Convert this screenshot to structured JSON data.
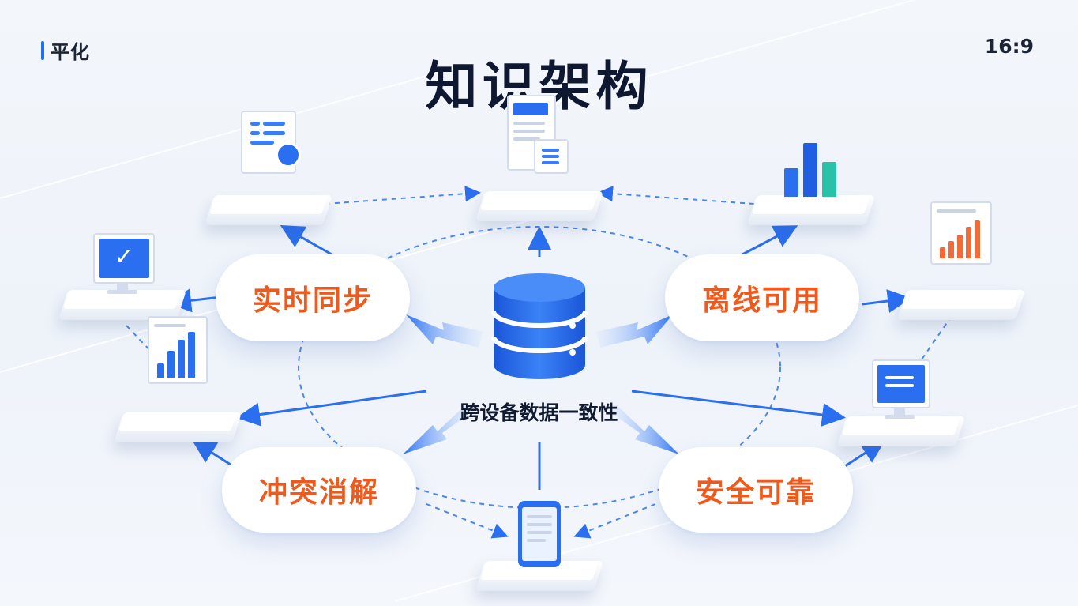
{
  "brand": "平化",
  "ratio": "16:9",
  "title": "知识架构",
  "center": {
    "caption": "跨设备数据一致性"
  },
  "features": [
    {
      "id": "realtime",
      "label": "实时同步"
    },
    {
      "id": "offline",
      "label": "离线可用"
    },
    {
      "id": "conflict",
      "label": "冲突消解"
    },
    {
      "id": "secure",
      "label": "安全可靠"
    }
  ],
  "colors": {
    "accent": "#1f6ff2",
    "feature_text": "#ef5a1c",
    "title": "#0e1830"
  },
  "devices": [
    {
      "id": "certificate",
      "icon": "certificate-icon"
    },
    {
      "id": "documents",
      "icon": "documents-icon"
    },
    {
      "id": "bar-chart",
      "icon": "bar-chart-icon"
    },
    {
      "id": "monitor-check",
      "icon": "monitor-check-icon"
    },
    {
      "id": "laptop-chart",
      "icon": "laptop-chart-icon"
    },
    {
      "id": "laptop-bars",
      "icon": "laptop-bars-icon"
    },
    {
      "id": "desktop",
      "icon": "desktop-icon"
    },
    {
      "id": "phone",
      "icon": "phone-icon"
    }
  ]
}
